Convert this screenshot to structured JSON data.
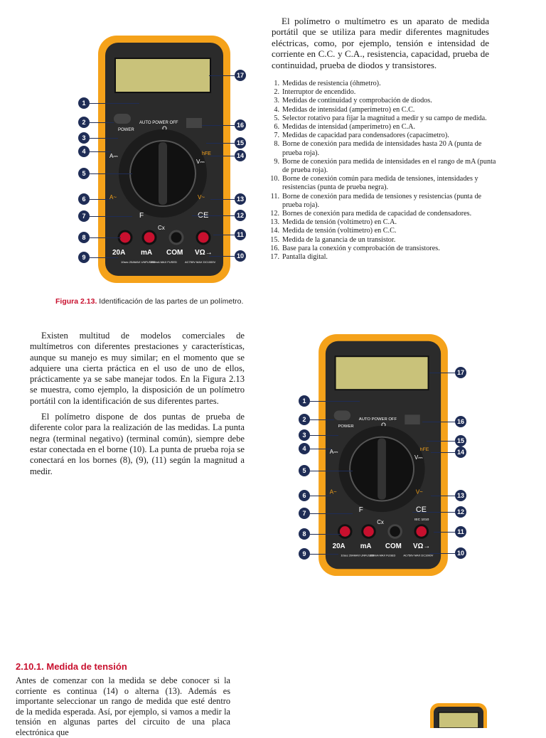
{
  "intro": "El polímetro o multímetro es un aparato de medida portátil que se utiliza para medir diferentes magnitudes eléctricas, como, por ejemplo, tensión e intensidad de corriente en C.C. y C.A., resistencia, capacidad, prueba de continuidad, prueba de diodos y transistores.",
  "parts_list": [
    {
      "num": "1.",
      "text": "Medidas de resistencia (óhmetro)."
    },
    {
      "num": "2.",
      "text": "Interruptor de encendido."
    },
    {
      "num": "3.",
      "text": "Medidas de continuidad y comprobación de diodos."
    },
    {
      "num": "4.",
      "text": "Medidas de intensidad (amperímetro) en C.C."
    },
    {
      "num": "5.",
      "text": "Selector rotativo para fijar la magnitud a medir y su campo de medida."
    },
    {
      "num": "6.",
      "text": "Medidas de intensidad (amperímetro) en C.A."
    },
    {
      "num": "7.",
      "text": "Medidas de capacidad para condensadores (capacímetro)."
    },
    {
      "num": "8.",
      "text": "Borne de conexión para medida de intensidades hasta 20 A (punta de prueba roja)."
    },
    {
      "num": "9.",
      "text": "Borne de conexión para medida de intensidades en el rango de mA (punta de prueba roja)."
    },
    {
      "num": "10.",
      "text": "Borne de conexión común para medida de tensiones, intensidades y resistencias (punta de prueba negra)."
    },
    {
      "num": "11.",
      "text": "Borne de conexión para medida de tensiones y resistencias (punta de prueba roja)."
    },
    {
      "num": "12.",
      "text": "Bornes de conexión para medida de capacidad de condensadores."
    },
    {
      "num": "13.",
      "text": "Medida de tensión (voltímetro) en C.A."
    },
    {
      "num": "14.",
      "text": "Medida de tensión (voltímetro) en C.C."
    },
    {
      "num": "15.",
      "text": "Medida de la ganancia de un transistor."
    },
    {
      "num": "16.",
      "text": "Base para la conexión y comprobación de transistores."
    },
    {
      "num": "17.",
      "text": "Pantalla digital."
    }
  ],
  "caption": {
    "label": "Figura 2.13.",
    "text": " Identificación de las partes de un polímetro."
  },
  "body_paragraphs": [
    "Existen multitud de modelos comerciales de multímetros con diferentes prestaciones y características, aunque su manejo es muy similar; en el momento que se adquiere una cierta práctica en el uso de uno de ellos, prácticamente ya se sabe manejar todos. En la Figura 2.13 se muestra, como ejemplo, la disposición de un polímetro portátil con la identificación de sus diferentes partes.",
    "El polímetro dispone de dos puntas de prueba de diferente color para la realización de las medidas. La punta negra (terminal negativo) (terminal común), siempre debe estar conectada en el borne (10). La punta de prueba roja se conectará en los bornes (8), (9), (11) según la magnitud a medir."
  ],
  "section": {
    "title": "2.10.1. Medida de tensión",
    "text": "Antes de comenzar con la medida se debe conocer si la corriente es continua (14) o alterna (13). Además es importante seleccionar un rango de medida que esté dentro de la medida esperada. Así, por ejemplo, si vamos a medir la tensión en algunas partes del circuito de una placa electrónica que"
  },
  "meter": {
    "auto_power_off": "AUTO POWER OFF",
    "ohm_symbol": "Ω",
    "power": "POWER",
    "hfe": "hFE",
    "f_label": "F",
    "cx_label": "Cx",
    "ce_label": "CE",
    "iec_label": "IEC 1010",
    "terminal_20a": "20A",
    "terminal_ma": "mA",
    "terminal_com": "COM",
    "terminal_v": "VΩ→",
    "v_dc": "V⎓",
    "v_ac": "V~",
    "a_dc": "A⎓",
    "a_ac": "A~",
    "fuse_left": "10sec 20AMAX UNFUSED",
    "fuse_mid": "200mA MAX FUSED",
    "fuse_right": "AC750V MAX DC1000V"
  },
  "callouts": {
    "left": [
      "1",
      "2",
      "3",
      "4",
      "5",
      "6",
      "7",
      "8",
      "9"
    ],
    "right": [
      "17",
      "16",
      "15",
      "14",
      "13",
      "12",
      "11",
      "10"
    ]
  },
  "colors": {
    "accent_red": "#c8102e",
    "callout_navy": "#1f2d56",
    "meter_orange": "#f5a21a",
    "meter_body": "#2b2b2b",
    "lcd": "#c9c27a"
  }
}
